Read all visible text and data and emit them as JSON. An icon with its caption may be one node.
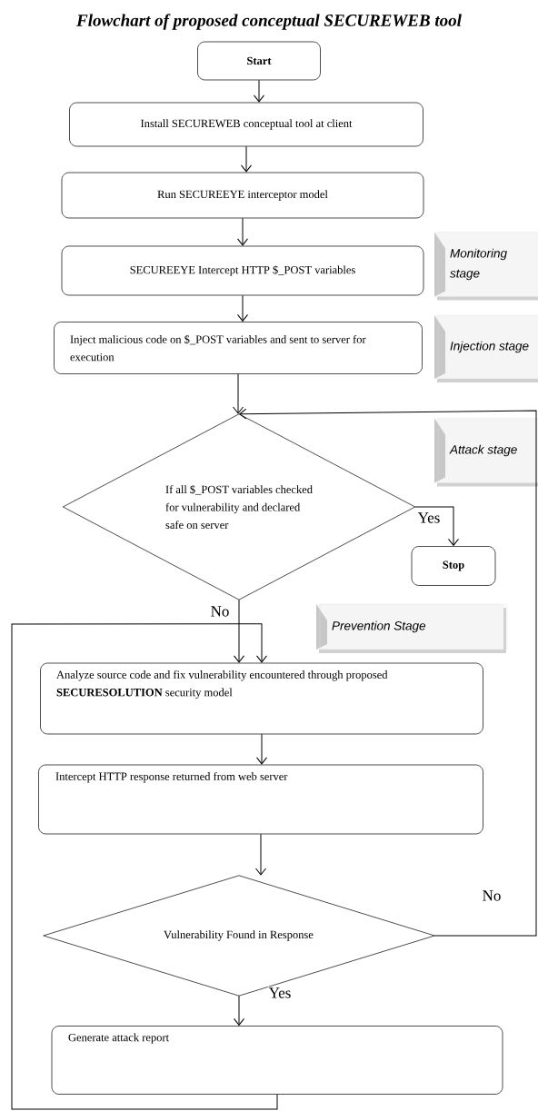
{
  "diagram": {
    "title": "Flowchart of proposed conceptual SECUREWEB tool",
    "nodes": [
      {
        "text": [
          "Start"
        ]
      },
      {
        "text": [
          "Install SECUREWEB conceptual tool at client"
        ]
      },
      {
        "text": [
          "Run SECUREEYE interceptor model"
        ]
      },
      {
        "text": [
          "SECUREEYE Intercept HTTP $_POST variables"
        ]
      },
      {
        "text": [
          "Inject malicious code on $_POST variables and sent to server for execution"
        ]
      },
      {
        "text": [
          "If all $_POST variables checked for vulnerability and declared safe on server"
        ]
      },
      {
        "text": [
          "Stop"
        ]
      },
      {
        "text": [
          "Analyze source code and fix vulnerability encountered through proposed **SECURESOLUTION** security model"
        ]
      },
      {
        "text": [
          "Intercept HTTP response returned from web server"
        ]
      },
      {
        "text": [
          "Vulnerability Found in Response"
        ]
      },
      {
        "text": [
          "Generate attack report"
        ]
      },
      {
        "text": [
          "Monitoring stage"
        ]
      },
      {
        "text": [
          "Injection stage"
        ]
      },
      {
        "text": [
          "Attack stage"
        ]
      },
      {
        "text": [
          "Prevention Stage"
        ]
      }
    ],
    "edges": [
      {
        "from": 0,
        "to": 1,
        "arrow": "to"
      },
      {
        "from": 1,
        "to": 2,
        "arrow": "to"
      },
      {
        "from": 2,
        "to": 3,
        "arrow": "to"
      },
      {
        "from": 3,
        "to": 4,
        "arrow": "to"
      },
      {
        "from": 4,
        "to": 5,
        "arrow": "to"
      },
      {
        "from": 5,
        "to": 6,
        "arrow": "to",
        "label": "Yes"
      },
      {
        "from": 5,
        "to": 7,
        "arrow": "to",
        "label": "No"
      },
      {
        "from": 7,
        "to": 8,
        "arrow": "to"
      },
      {
        "from": 8,
        "to": 9,
        "arrow": "to"
      },
      {
        "from": 9,
        "to": 10,
        "arrow": "to",
        "label": "Yes"
      },
      {
        "from": 9,
        "to": 5,
        "arrow": "to",
        "label": "No"
      },
      {
        "from": 10,
        "to": 7,
        "arrow": "to"
      }
    ]
  }
}
